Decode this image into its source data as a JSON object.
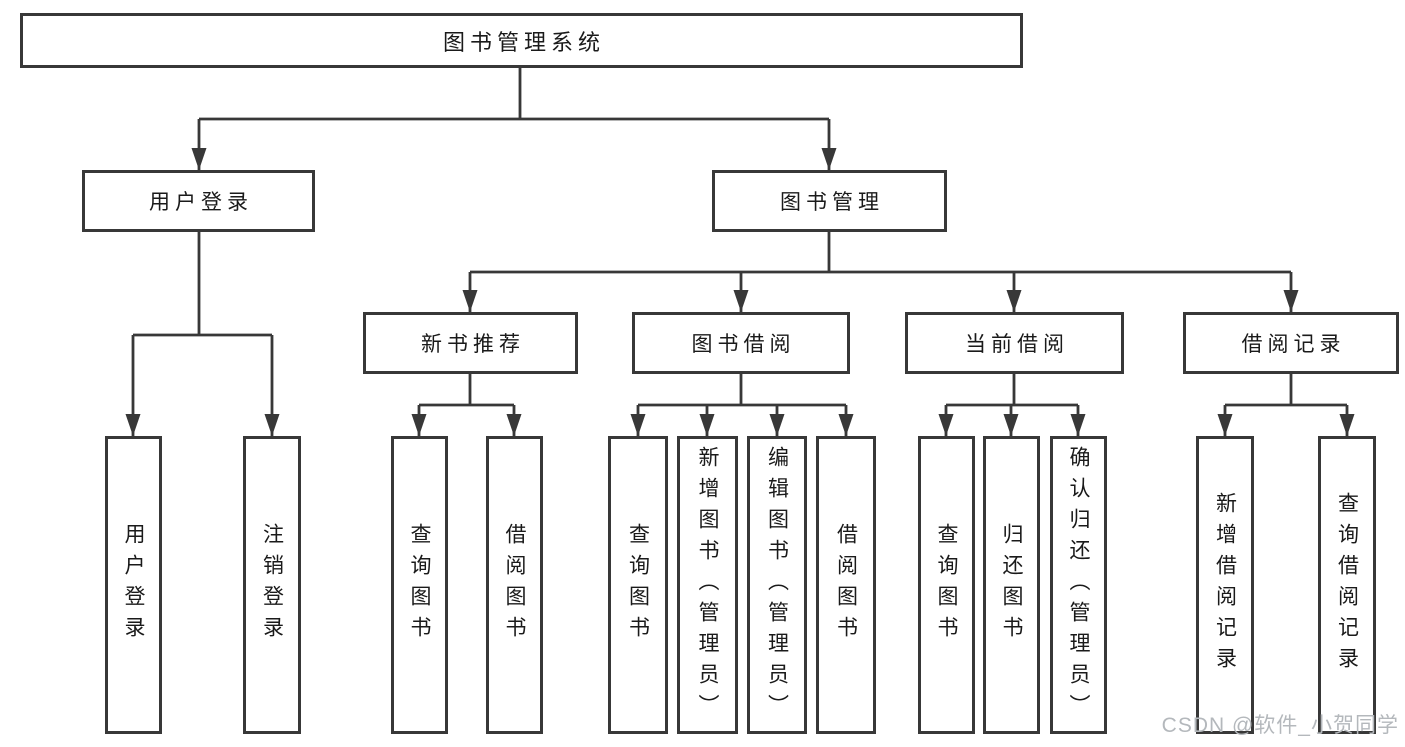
{
  "diagram": {
    "root": {
      "label": "图书管理系统"
    },
    "branches": [
      {
        "label": "用户登录",
        "leaves": [
          "用户登录",
          "注销登录"
        ]
      },
      {
        "label": "图书管理",
        "children": [
          {
            "label": "新书推荐",
            "leaves": [
              "查询图书",
              "借阅图书"
            ]
          },
          {
            "label": "图书借阅",
            "leaves": [
              "查询图书",
              "新增图书（管理员）",
              "编辑图书（管理员）",
              "借阅图书"
            ]
          },
          {
            "label": "当前借阅",
            "leaves": [
              "查询图书",
              "归还图书",
              "确认归还（管理员）"
            ]
          },
          {
            "label": "借阅记录",
            "leaves": [
              "新增借阅记录",
              "查询借阅记录"
            ]
          }
        ]
      }
    ]
  },
  "watermark": {
    "text": "CSDN @软件_小贺同学"
  },
  "colors": {
    "line": "#383838",
    "box_border": "#383838",
    "text": "#1a1a1a",
    "background": "#ffffff",
    "watermark": "#b4b8bc"
  }
}
